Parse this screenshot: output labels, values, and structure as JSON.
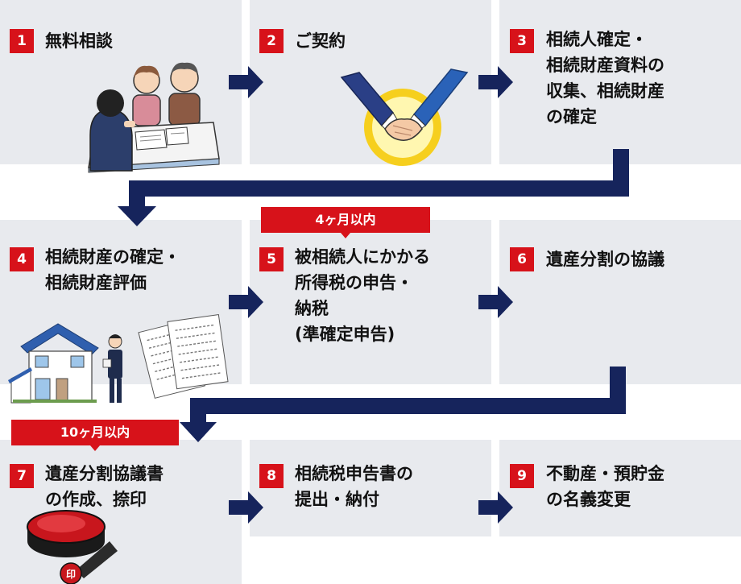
{
  "steps": [
    {
      "num": "1",
      "lines": [
        "無料相談"
      ],
      "illustration": "consultation-illustration"
    },
    {
      "num": "2",
      "lines": [
        "ご契約"
      ],
      "illustration": "handshake-illustration"
    },
    {
      "num": "3",
      "lines": [
        "相続人確定・",
        "相続財産資料の",
        "収集、相続財産",
        "の確定"
      ]
    },
    {
      "num": "4",
      "lines": [
        "相続財産の確定・",
        "相続財産評価"
      ],
      "illustration": "house-documents-illustration"
    },
    {
      "num": "5",
      "lines": [
        "被相続人にかかる",
        "所得税の申告・",
        "納税",
        "(準確定申告)"
      ],
      "deadline": "4ヶ月以内"
    },
    {
      "num": "6",
      "lines": [
        "遺産分割の協議"
      ]
    },
    {
      "num": "7",
      "lines": [
        "遺産分割協議書",
        "の作成、捺印"
      ],
      "deadline": "10ヶ月以内",
      "illustration": "seal-stamp-illustration"
    },
    {
      "num": "8",
      "lines": [
        "相続税申告書の",
        "提出・納付"
      ]
    },
    {
      "num": "9",
      "lines": [
        "不動産・預貯金",
        "の名義変更"
      ]
    }
  ],
  "seal_glyph": "印",
  "colors": {
    "box_bg": "#e8eaee",
    "number_badge": "#d7121a",
    "arrow": "#16245c",
    "deadline_badge": "#d7121a"
  }
}
